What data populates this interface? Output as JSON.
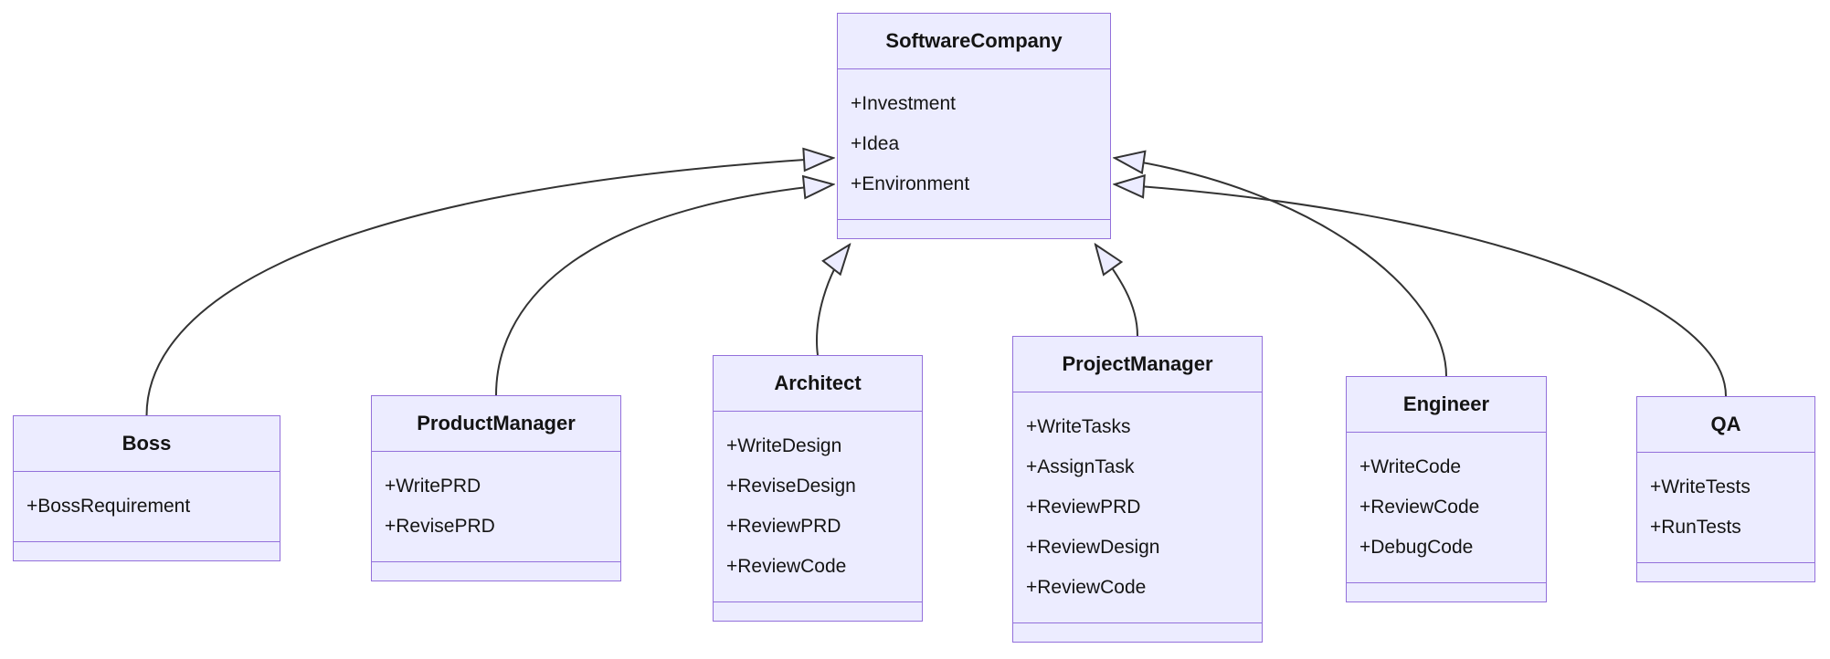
{
  "diagram": {
    "type": "uml-class-diagram",
    "colors": {
      "node_fill": "#ECECFF",
      "node_border": "#9370DB",
      "edge_stroke": "#333333",
      "text": "#141414",
      "background": "#ffffff"
    },
    "classes": [
      {
        "name": "SoftwareCompany",
        "members": [
          "+Investment",
          "+Idea",
          "+Environment"
        ]
      },
      {
        "name": "Boss",
        "members": [
          "+BossRequirement"
        ]
      },
      {
        "name": "ProductManager",
        "members": [
          "+WritePRD",
          "+RevisePRD"
        ]
      },
      {
        "name": "Architect",
        "members": [
          "+WriteDesign",
          "+ReviseDesign",
          "+ReviewPRD",
          "+ReviewCode"
        ]
      },
      {
        "name": "ProjectManager",
        "members": [
          "+WriteTasks",
          "+AssignTask",
          "+ReviewPRD",
          "+ReviewDesign",
          "+ReviewCode"
        ]
      },
      {
        "name": "Engineer",
        "members": [
          "+WriteCode",
          "+ReviewCode",
          "+DebugCode"
        ]
      },
      {
        "name": "QA",
        "members": [
          "+WriteTests",
          "+RunTests"
        ]
      }
    ],
    "relations": [
      {
        "from": "Boss",
        "to": "SoftwareCompany",
        "type": "inheritance"
      },
      {
        "from": "ProductManager",
        "to": "SoftwareCompany",
        "type": "inheritance"
      },
      {
        "from": "Architect",
        "to": "SoftwareCompany",
        "type": "inheritance"
      },
      {
        "from": "ProjectManager",
        "to": "SoftwareCompany",
        "type": "inheritance"
      },
      {
        "from": "Engineer",
        "to": "SoftwareCompany",
        "type": "inheritance"
      },
      {
        "from": "QA",
        "to": "SoftwareCompany",
        "type": "inheritance"
      }
    ]
  }
}
